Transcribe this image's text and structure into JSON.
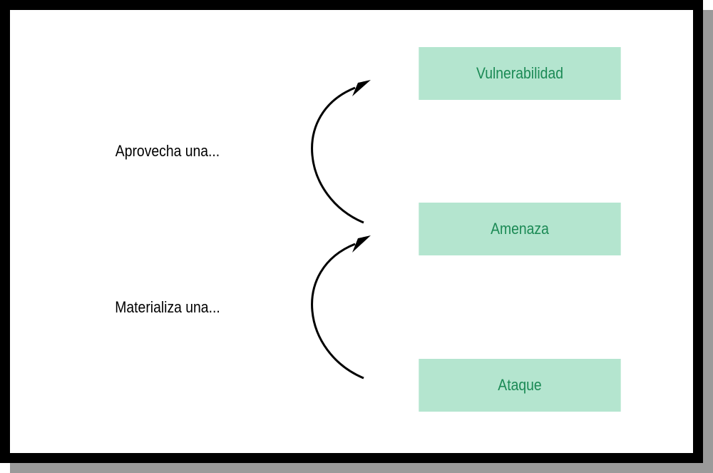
{
  "diagram": {
    "nodes": [
      {
        "id": "vulnerabilidad",
        "label": "Vulnerabilidad"
      },
      {
        "id": "amenaza",
        "label": "Amenaza"
      },
      {
        "id": "ataque",
        "label": "Ataque"
      }
    ],
    "edges": [
      {
        "from": "amenaza",
        "to": "vulnerabilidad",
        "label": "Aprovecha una..."
      },
      {
        "from": "ataque",
        "to": "amenaza",
        "label": "Materializa una..."
      }
    ]
  },
  "colors": {
    "box_fill": "#b4e5cf",
    "box_text": "#1b8a55",
    "frame": "#000000",
    "shadow": "#9a9a9a"
  }
}
